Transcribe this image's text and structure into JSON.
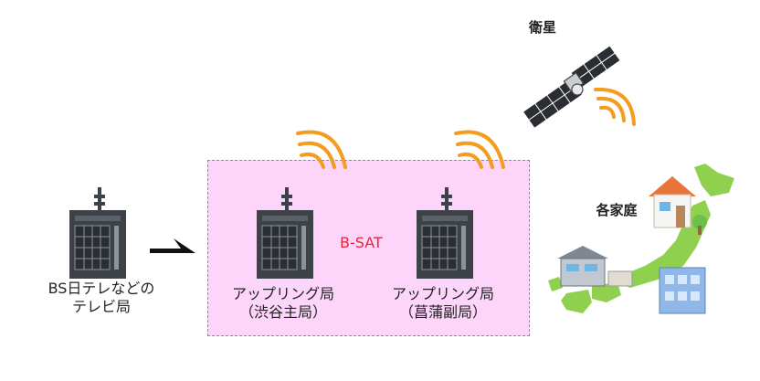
{
  "satellite": {
    "label": "衛星",
    "icon": "satellite-icon"
  },
  "source": {
    "label": "BS日テレなどの\nテレビ局",
    "icon": "tv-station-building-icon"
  },
  "bsat_group": {
    "label": "B-SAT",
    "main_station": {
      "label": "アップリング局\n（渋谷主局）",
      "icon": "tv-station-building-icon"
    },
    "sub_station": {
      "label": "アップリング局\n（菖蒲副局）",
      "icon": "tv-station-building-icon"
    }
  },
  "homes": {
    "label": "各家庭",
    "icon": "japan-map-houses-icon"
  },
  "colors": {
    "box_fill": "#fdd5fb",
    "box_border": "#e85aa8",
    "bsat_text": "#e8243c",
    "signal": "#f39c1f",
    "map": "#8fd14f",
    "building": "#3c4248"
  }
}
